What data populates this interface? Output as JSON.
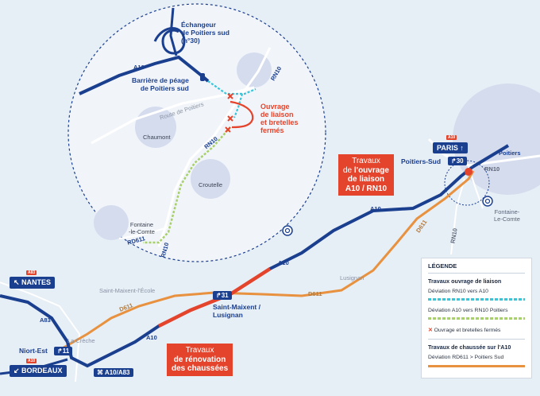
{
  "labels": {
    "echangeur": [
      "Échangeur",
      "de Poitiers sud",
      "(n°30)"
    ],
    "barriere": [
      "Barrière de péage",
      "de Poitiers sud"
    ],
    "ouvrage": [
      "Ouvrage",
      "de liaison",
      "et bretelles",
      "fermés"
    ],
    "route_poitiers": "Route de Poitiers",
    "chaumont": "Chaumont",
    "croutelle": "Croutelle",
    "fontaine_inset": [
      "Fontaine",
      "-le-Comte"
    ],
    "poitiers": "Poitiers",
    "fontaine_main": [
      "Fontaine-",
      "Le-Comte"
    ],
    "poitiers_sud": "Poitiers-Sud",
    "saint_maixent_ecole": "Saint-Maixent-l'École",
    "saint_maixent": [
      "Saint-Maixent /",
      "Lusignan"
    ],
    "lusignan": "Lusignan",
    "la_creche": "La Crèche",
    "niort_est": "Niort-Est"
  },
  "road_numbers": {
    "a10_inset": "A10",
    "rn10_inset_top": "RN10",
    "rn10_inset_mid": "RN10",
    "rn10_inset_bottom": "RN10",
    "rd611_inset": "RD611",
    "a10_main_1": "A10",
    "a10_main_2": "A10",
    "a10_main_3": "A10",
    "a83": "A83",
    "d611_1": "D611",
    "d611_2": "D611",
    "d611_3": "D611",
    "rn10_main_1": "RN10",
    "rn10_main_2": "RN10"
  },
  "tags": {
    "paris": "PARIS ↑",
    "paris_shield": "A10",
    "nantes": "↖ NANTES",
    "nantes_shield": "A83",
    "bordeaux": "↙ BORDEAUX",
    "bordeaux_shield": "A10",
    "exit_30": "↱30",
    "exit_31": "↱31",
    "exit_11": "↱11",
    "interchange": "⌘ A10/A83"
  },
  "callouts": {
    "liaison": {
      "pre": "Travaux",
      "mid": "de ",
      "bold": "l'ouvrage",
      "bold2": "de liaison",
      "bold3": "A10 / RN10"
    },
    "renovation": {
      "pre": "Travaux",
      "bold": "de rénovation",
      "bold2": "des chaussées"
    }
  },
  "legend": {
    "title": "LÉGENDE",
    "section1": "Travaux ouvrage de liaison",
    "item1": "Déviation RN10 vers A10",
    "item2": "Déviation A10 vers RN10 Poitiers",
    "item3": "Ouvrage et bretelles fermés",
    "section2": "Travaux de chaussée sur l'A10",
    "item4": "Déviation RD611 > Poitiers Sud"
  },
  "colors": {
    "a10": "#1b3f8f",
    "works_red": "#e5442c",
    "d611_orange": "#e8913e",
    "deviation_cyan": "#3bc3d8",
    "deviation_green": "#a8d06a",
    "city_blob": "#d5dcee",
    "background": "#e6eef6"
  },
  "icons": [
    "zoom-icon",
    "closed-cross-icon",
    "exit-arrow-icon",
    "interchange-icon"
  ]
}
